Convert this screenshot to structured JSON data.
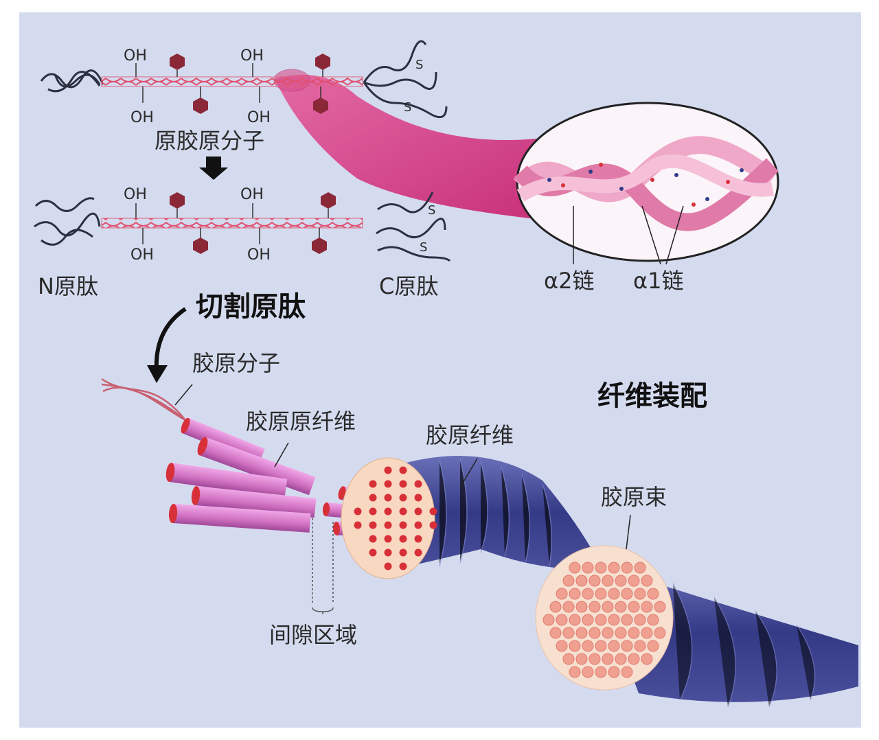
{
  "procollagen": {
    "oh_top_1": "OH",
    "oh_top_2": "OH",
    "oh_bottom_1": "OH",
    "oh_bottom_2": "OH",
    "s_1": "S",
    "s_2": "S",
    "label": "原胶原分子"
  },
  "cleaved": {
    "oh_top_1": "OH",
    "oh_top_2": "OH",
    "oh_bottom_1": "OH",
    "oh_bottom_2": "OH",
    "s_1": "S",
    "s_2": "S",
    "n_propeptide": "N原肽",
    "c_propeptide": "C原肽"
  },
  "helix_zoom": {
    "alpha2": "α2链",
    "alpha1": "α1链"
  },
  "steps": {
    "cleave": "切割原肽",
    "assembly": "纤维装配"
  },
  "assembly": {
    "collagen_molecule": "胶原分子",
    "fibril": "胶原原纤维",
    "fiber": "胶原纤维",
    "bundle": "胶原束",
    "gap_region": "间隙区域"
  },
  "colors": {
    "background": "#d5dbef",
    "helix": "#e0506e",
    "pink_band": "#d8468a",
    "fibril": "#d878c8",
    "fiber_sheath": "#3a3f8c",
    "cross_section": "#f8d8c0",
    "dot": "#d83038"
  }
}
